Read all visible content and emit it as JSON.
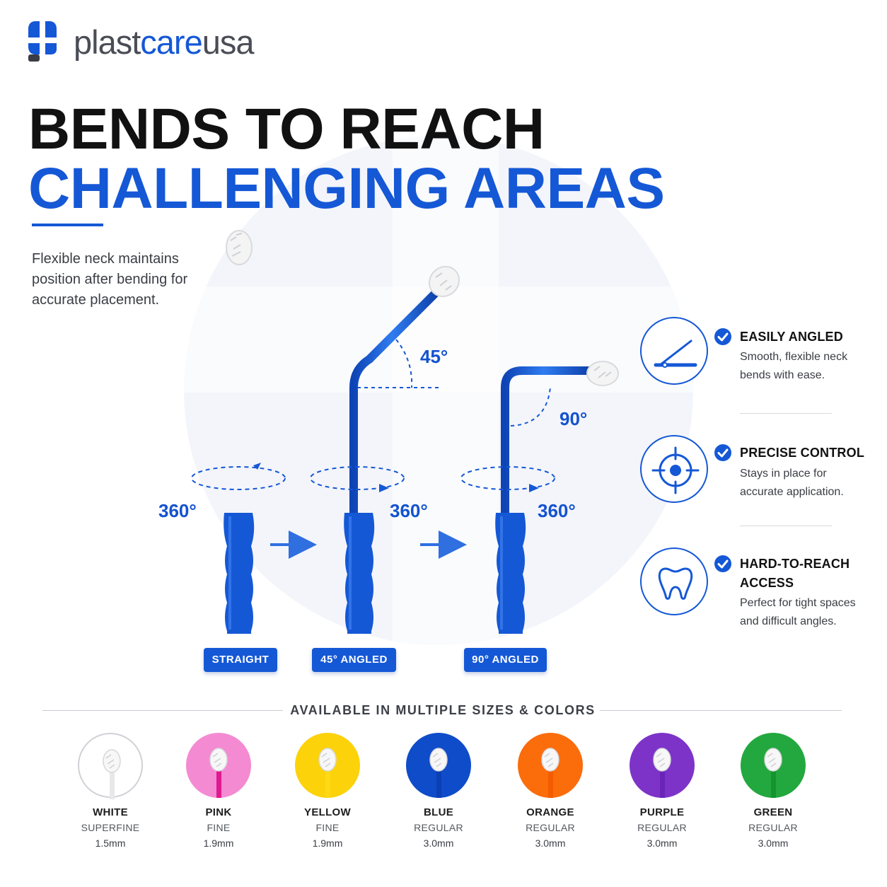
{
  "brand": {
    "name_part1": "plast",
    "name_part2": "care",
    "name_part3": "usa"
  },
  "headline": {
    "line1": "BENDS TO REACH",
    "line2": "CHALLENGING AREAS"
  },
  "intro": "Flexible neck maintains position after bending for accurate placement.",
  "colors": {
    "accent": "#1558d6",
    "text_dark": "#111111",
    "text_muted": "#3a3d44"
  },
  "angles": {
    "bend45": "45°",
    "bend90": "90°",
    "rotate_straight": "360°",
    "rotate_45": "360°",
    "rotate_90": "360°"
  },
  "variants": [
    {
      "label": "STRAIGHT"
    },
    {
      "label": "45° ANGLED"
    },
    {
      "label": "90° ANGLED"
    }
  ],
  "features": [
    {
      "icon": "angle-icon",
      "title_line1": "EASILY ANGLED",
      "title_line2": "",
      "desc_line1": "Smooth, flexible neck",
      "desc_line2": "bends with ease."
    },
    {
      "icon": "target-icon",
      "title_line1": "PRECISE CONTROL",
      "title_line2": "",
      "desc_line1": "Stays in place for",
      "desc_line2": "accurate application."
    },
    {
      "icon": "tooth-icon",
      "title_line1": "HARD-TO-REACH",
      "title_line2": "ACCESS",
      "desc_line1": "Perfect for tight spaces",
      "desc_line2": "and difficult angles."
    }
  ],
  "availability": {
    "title": "AVAILABLE IN MULTIPLE SIZES & COLORS",
    "options": [
      {
        "name": "WHITE",
        "grade": "SUPERFINE",
        "size": "1.5mm",
        "color": "#ffffff",
        "stick": "#e8e8ea"
      },
      {
        "name": "PINK",
        "grade": "FINE",
        "size": "1.9mm",
        "color": "#f48ad2",
        "stick": "#e0198f"
      },
      {
        "name": "YELLOW",
        "grade": "FINE",
        "size": "1.9mm",
        "color": "#fcd20a",
        "stick": "#ffd817"
      },
      {
        "name": "BLUE",
        "grade": "REGULAR",
        "size": "3.0mm",
        "color": "#0f4cc9",
        "stick": "#0b3fb4"
      },
      {
        "name": "ORANGE",
        "grade": "REGULAR",
        "size": "3.0mm",
        "color": "#fb6c0b",
        "stick": "#f55b00"
      },
      {
        "name": "PURPLE",
        "grade": "REGULAR",
        "size": "3.0mm",
        "color": "#7d33c8",
        "stick": "#6a25b8"
      },
      {
        "name": "GREEN",
        "grade": "REGULAR",
        "size": "3.0mm",
        "color": "#22a83e",
        "stick": "#15932f"
      }
    ]
  }
}
